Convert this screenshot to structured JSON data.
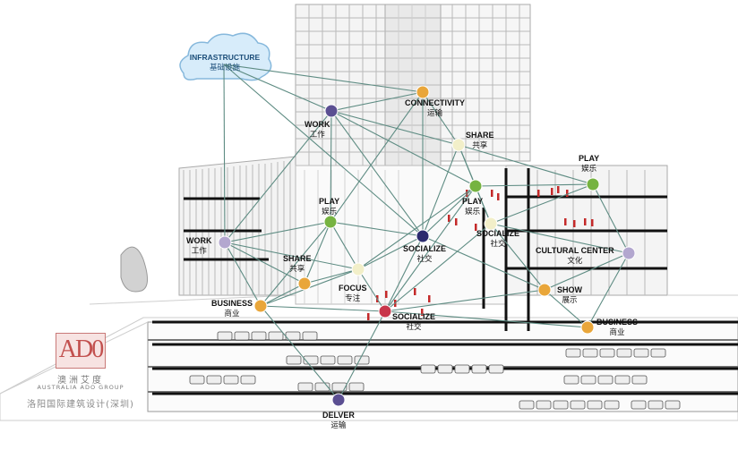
{
  "cloud": {
    "en": "INFRASTRUCTURE",
    "zh": "基础设施"
  },
  "nodes": [
    {
      "id": "connectivity",
      "en": "CONNECTIVITY",
      "zh": "运输",
      "color": "#e9a63a"
    },
    {
      "id": "work-top",
      "en": "WORK",
      "zh": "工作",
      "color": "#5b4f92"
    },
    {
      "id": "share-top",
      "en": "SHARE",
      "zh": "共享",
      "color": "#f2efc9"
    },
    {
      "id": "play-right",
      "en": "PLAY",
      "zh": "娱乐",
      "color": "#76b341"
    },
    {
      "id": "play-center",
      "en": "PLAY",
      "zh": "娱乐",
      "color": "#76b341"
    },
    {
      "id": "play-left",
      "en": "PLAY",
      "zh": "娱乐",
      "color": "#76b341"
    },
    {
      "id": "socialize-mid",
      "en": "SOCIALIZE",
      "zh": "社交",
      "color": "#f2efc9"
    },
    {
      "id": "work-left",
      "en": "WORK",
      "zh": "工作",
      "color": "#b3a7cf"
    },
    {
      "id": "socialize-center",
      "en": "SOCIALIZE",
      "zh": "社交",
      "color": "#2b2a6e"
    },
    {
      "id": "cultural-center",
      "en": "CULTURAL CENTER",
      "zh": "文化",
      "color": "#b3a7cf"
    },
    {
      "id": "share-left",
      "en": "SHARE",
      "zh": "共享",
      "color": "#e9a63a"
    },
    {
      "id": "focus",
      "en": "FOCUS",
      "zh": "专注",
      "color": "#f2efc9"
    },
    {
      "id": "show",
      "en": "SHOW",
      "zh": "展示",
      "color": "#e9a63a"
    },
    {
      "id": "business-left",
      "en": "BUSINESS",
      "zh": "商业",
      "color": "#e9a63a"
    },
    {
      "id": "socialize-low",
      "en": "SOCIALIZE",
      "zh": "社交",
      "color": "#c8364a"
    },
    {
      "id": "business-right",
      "en": "BUSINESS",
      "zh": "商业",
      "color": "#e9a63a"
    },
    {
      "id": "delver",
      "en": "DELVER",
      "zh": "运输",
      "color": "#5b4f92"
    }
  ],
  "edges": [
    [
      "cloud",
      "connectivity"
    ],
    [
      "cloud",
      "work-top"
    ],
    [
      "cloud",
      "socialize-center"
    ],
    [
      "cloud",
      "work-left"
    ],
    [
      "connectivity",
      "work-top"
    ],
    [
      "connectivity",
      "share-top"
    ],
    [
      "connectivity",
      "play-left"
    ],
    [
      "connectivity",
      "socialize-center"
    ],
    [
      "work-top",
      "share-top"
    ],
    [
      "work-top",
      "play-center"
    ],
    [
      "work-top",
      "play-left"
    ],
    [
      "work-top",
      "work-left"
    ],
    [
      "work-top",
      "socialize-center"
    ],
    [
      "share-top",
      "play-center"
    ],
    [
      "share-top",
      "play-right"
    ],
    [
      "share-top",
      "socialize-mid"
    ],
    [
      "share-top",
      "socialize-center"
    ],
    [
      "play-right",
      "play-center"
    ],
    [
      "play-right",
      "cultural-center"
    ],
    [
      "play-right",
      "socialize-mid"
    ],
    [
      "play-center",
      "socialize-center"
    ],
    [
      "play-center",
      "focus"
    ],
    [
      "play-center",
      "socialize-low"
    ],
    [
      "play-center",
      "socialize-mid"
    ],
    [
      "play-left",
      "work-left"
    ],
    [
      "play-left",
      "share-left"
    ],
    [
      "play-left",
      "focus"
    ],
    [
      "play-left",
      "socialize-center"
    ],
    [
      "play-left",
      "business-left"
    ],
    [
      "work-left",
      "share-left"
    ],
    [
      "work-left",
      "focus"
    ],
    [
      "work-left",
      "business-left"
    ],
    [
      "socialize-center",
      "socialize-low"
    ],
    [
      "socialize-center",
      "focus"
    ],
    [
      "socialize-center",
      "show"
    ],
    [
      "socialize-mid",
      "show"
    ],
    [
      "socialize-mid",
      "socialize-low"
    ],
    [
      "socialize-mid",
      "cultural-center"
    ],
    [
      "cultural-center",
      "show"
    ],
    [
      "cultural-center",
      "business-right"
    ],
    [
      "show",
      "business-right"
    ],
    [
      "show",
      "socialize-low"
    ],
    [
      "share-left",
      "focus"
    ],
    [
      "share-left",
      "business-left"
    ],
    [
      "focus",
      "socialize-low"
    ],
    [
      "focus",
      "business-left"
    ],
    [
      "business-left",
      "socialize-low"
    ],
    [
      "business-left",
      "delver"
    ],
    [
      "socialize-low",
      "business-right"
    ],
    [
      "socialize-low",
      "delver"
    ]
  ],
  "brand": {
    "logo_text": "AD0",
    "cn_name": "澳洲艾度",
    "en_name": "AUSTRALIA ADO GROUP",
    "cn_full": "洛阳国际建筑设计(深圳)"
  },
  "colors": {
    "line": "#5e8c83",
    "cloud_fill": "#d7ecfa",
    "cloud_stroke": "#86b8dc"
  }
}
